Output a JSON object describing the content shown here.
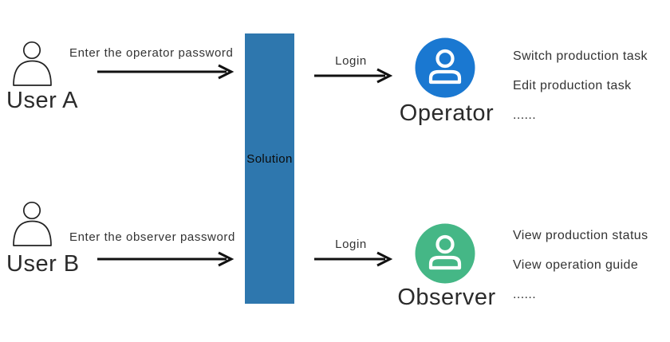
{
  "colors": {
    "solution_bar": "#2e77ae",
    "operator": "#1a78d1",
    "observer": "#45b786"
  },
  "solution_label": "Solution",
  "flows": [
    {
      "user": "User A",
      "action": "Enter the operator password",
      "login": "Login",
      "role": "Operator",
      "permissions": [
        "Switch production task",
        "Edit production task",
        "......"
      ]
    },
    {
      "user": "User B",
      "action": "Enter the observer password",
      "login": "Login",
      "role": "Observer",
      "permissions": [
        "View production status",
        "View operation guide",
        "......"
      ]
    }
  ]
}
